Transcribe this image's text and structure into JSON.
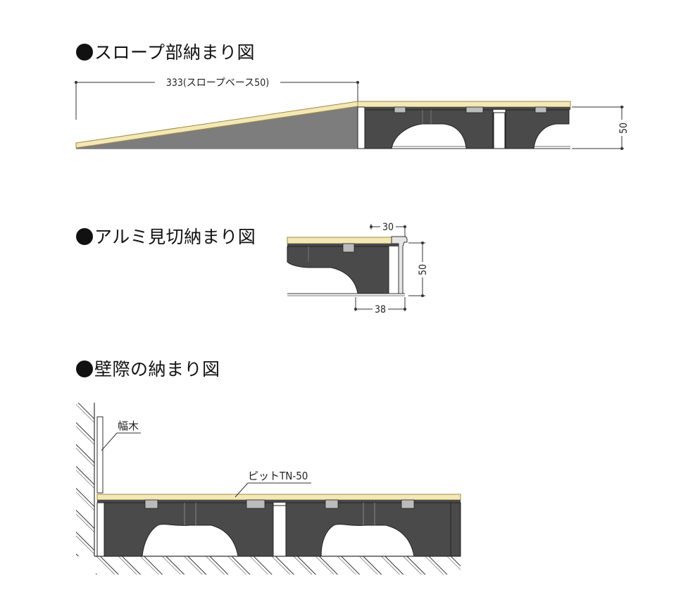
{
  "sections": {
    "slope": {
      "title": "スロープ部納まり図",
      "dim_width": "333(スロープベース50)",
      "dim_height": "50"
    },
    "aluminum": {
      "title": "アルミ見切納まり図",
      "dim_top": "30",
      "dim_bottom": "38",
      "dim_height": "50"
    },
    "wall": {
      "title": "壁際の納まり図",
      "label_baseboard": "幅木",
      "label_product": "ピットTN-50"
    }
  },
  "colors": {
    "deck": "#f2e8b8",
    "deck_edge": "#a08a40",
    "pedestal": "#4a4a4a",
    "slope": "#7d7d7d",
    "line": "#333333"
  }
}
